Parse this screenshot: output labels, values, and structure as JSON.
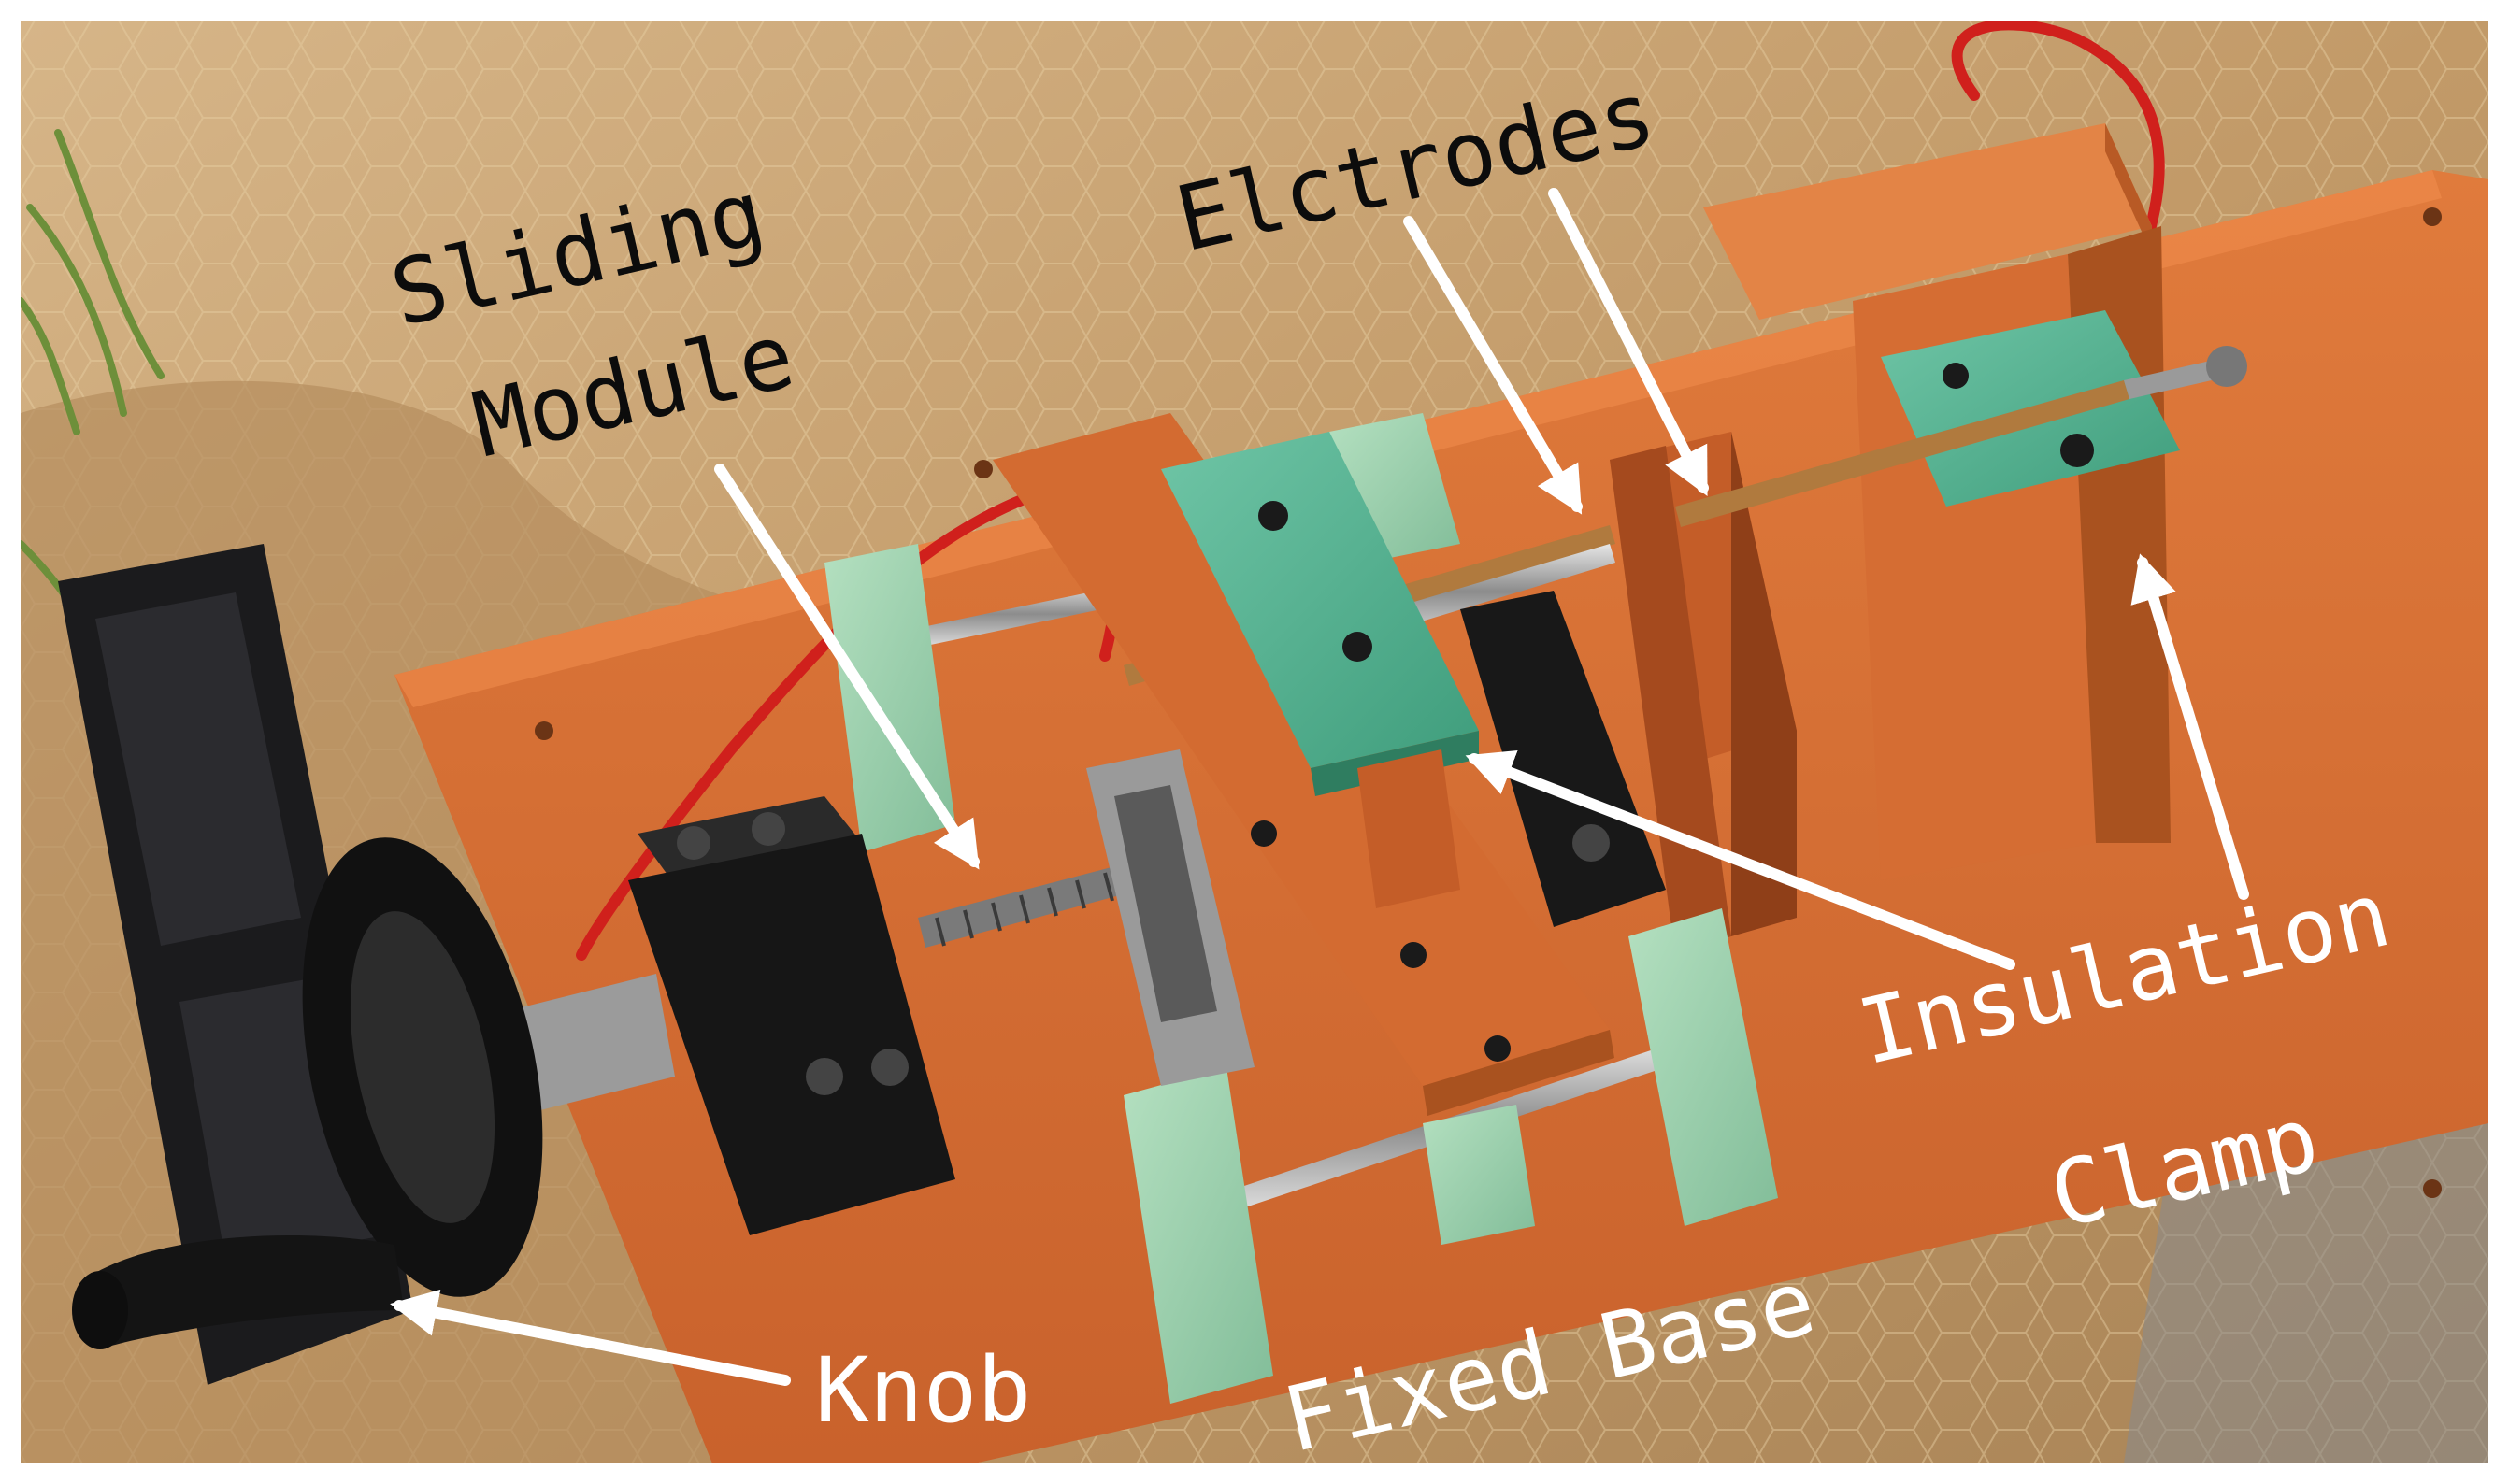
{
  "labels": {
    "sliding_line1": "Sliding",
    "sliding_line2": "Module",
    "electrodes": "Elctrodes",
    "insulation_line1": "Insulation",
    "insulation_line2": "Clamp",
    "fixed_base": "Fixed Base",
    "knob": "Knob"
  },
  "colors": {
    "board_orange": "#d9733a",
    "insulator_green": "#9fd2b0",
    "block_black": "#1a1a1a",
    "cloth_tan": "#c7a476",
    "arrow": "#ffffff",
    "wire_red": "#d0201c"
  }
}
